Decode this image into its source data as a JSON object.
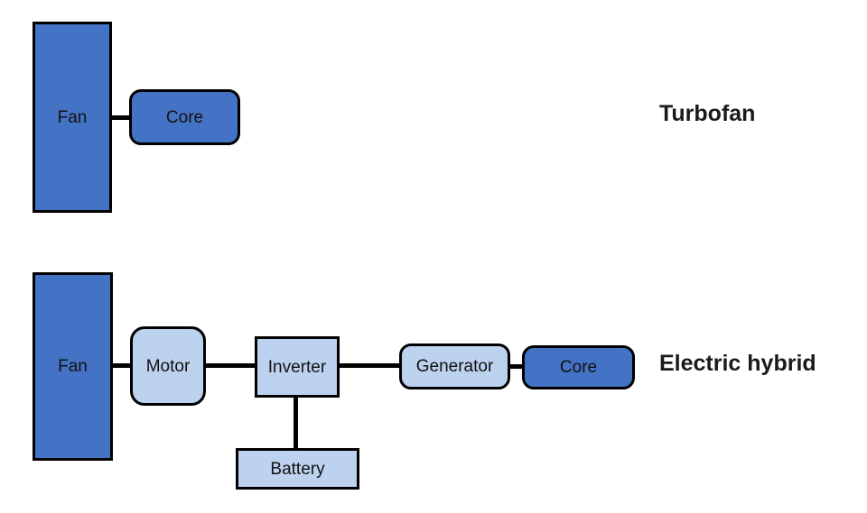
{
  "diagram": {
    "type": "block-diagram",
    "background": "#ffffff",
    "colors": {
      "dark_fill": "#4472C4",
      "light_fill": "#BDD2EE",
      "stroke": "#000000",
      "text": "#111111",
      "title_text": "#1a1a1a"
    },
    "sections": [
      {
        "title": "Turbofan",
        "nodes": [
          {
            "id": "fan",
            "label": "Fan",
            "style": "dark"
          },
          {
            "id": "core",
            "label": "Core",
            "style": "dark"
          }
        ],
        "edges": [
          [
            "Fan",
            "Core"
          ]
        ]
      },
      {
        "title": "Electric hybrid",
        "nodes": [
          {
            "id": "fan",
            "label": "Fan",
            "style": "dark"
          },
          {
            "id": "motor",
            "label": "Motor",
            "style": "light"
          },
          {
            "id": "inverter",
            "label": "Inverter",
            "style": "light"
          },
          {
            "id": "generator",
            "label": "Generator",
            "style": "light"
          },
          {
            "id": "core",
            "label": "Core",
            "style": "dark"
          },
          {
            "id": "battery",
            "label": "Battery",
            "style": "light"
          }
        ],
        "edges": [
          [
            "Fan",
            "Motor"
          ],
          [
            "Motor",
            "Inverter"
          ],
          [
            "Inverter",
            "Generator"
          ],
          [
            "Generator",
            "Core"
          ],
          [
            "Inverter",
            "Battery"
          ]
        ]
      }
    ]
  }
}
